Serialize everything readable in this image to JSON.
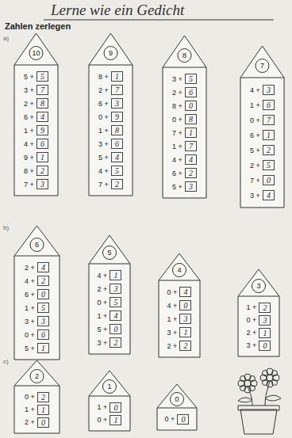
{
  "diagram": {
    "title": "Zahlen zerlegen",
    "nodes": [
      {
        "text": [
          "10"
        ]
      },
      {
        "text": [
          "5 +",
          "5"
        ],
        "in": 0
      },
      {
        "text": [
          "3 +",
          "7"
        ],
        "in": 0
      },
      {
        "text": [
          "2 +",
          "8"
        ],
        "in": 0
      },
      {
        "text": [
          "6 +",
          "4"
        ],
        "in": 0
      },
      {
        "text": [
          "1 +",
          "9"
        ],
        "in": 0
      },
      {
        "text": [
          "4 +",
          "6"
        ],
        "in": 0
      },
      {
        "text": [
          "9 +",
          "1"
        ],
        "in": 0
      },
      {
        "text": [
          "8 +",
          "2"
        ],
        "in": 0
      },
      {
        "text": [
          "7 +",
          "3"
        ],
        "in": 0
      },
      {
        "text": [
          "9"
        ]
      },
      {
        "text": [
          "8 +",
          "1"
        ],
        "in": 10
      },
      {
        "text": [
          "2 +",
          "7"
        ],
        "in": 10
      },
      {
        "text": [
          "6 +",
          "3"
        ],
        "in": 10
      },
      {
        "text": [
          "0 +",
          "9"
        ],
        "in": 10
      },
      {
        "text": [
          "1 +",
          "8"
        ],
        "in": 10
      },
      {
        "text": [
          "3 +",
          "6"
        ],
        "in": 10
      },
      {
        "text": [
          "5 +",
          "4"
        ],
        "in": 10
      },
      {
        "text": [
          "4 +",
          "5"
        ],
        "in": 10
      },
      {
        "text": [
          "7 +",
          "2"
        ],
        "in": 10
      },
      {
        "text": [
          "8"
        ]
      },
      {
        "text": [
          "3 +",
          "5"
        ],
        "in": 20
      },
      {
        "text": [
          "2 +",
          "6"
        ],
        "in": 20
      },
      {
        "text": [
          "8 +",
          "0"
        ],
        "in": 20
      },
      {
        "text": [
          "0 +",
          "8"
        ],
        "in": 20
      },
      {
        "text": [
          "7 +",
          "1"
        ],
        "in": 20
      },
      {
        "text": [
          "1 +",
          "7"
        ],
        "in": 20
      },
      {
        "text": [
          "4 +",
          "4"
        ],
        "in": 20
      },
      {
        "text": [
          "6 +",
          "2"
        ],
        "in": 20
      },
      {
        "text": [
          "5 +",
          "3"
        ],
        "in": 20
      },
      {
        "text": [
          "7"
        ]
      },
      {
        "text": [
          "4 +",
          "3"
        ],
        "in": 30
      },
      {
        "text": [
          "1 +",
          "6"
        ],
        "in": 30
      },
      {
        "text": [
          "0 +",
          "7"
        ],
        "in": 30
      },
      {
        "text": [
          "6 +",
          "1"
        ],
        "in": 30
      },
      {
        "text": [
          "5 +",
          "2"
        ],
        "in": 30
      },
      {
        "text": [
          "2 +",
          "5"
        ],
        "in": 30
      },
      {
        "text": [
          "7 +",
          "0"
        ],
        "in": 30
      },
      {
        "text": [
          "3 +",
          "4"
        ],
        "in": 30
      },
      {
        "text": [
          "6"
        ]
      },
      {
        "text": [
          "2 +",
          "4"
        ],
        "in": 39
      },
      {
        "text": [
          "4 +",
          "2"
        ],
        "in": 39
      },
      {
        "text": [
          "6 +",
          "0"
        ],
        "in": 39
      },
      {
        "text": [
          "1 +",
          "5"
        ],
        "in": 39
      },
      {
        "text": [
          "3 +",
          "3"
        ],
        "in": 39
      },
      {
        "text": [
          "0 +",
          "6"
        ],
        "in": 39
      },
      {
        "text": [
          "5 +",
          "1"
        ],
        "in": 39
      },
      {
        "text": [
          "5"
        ]
      },
      {
        "text": [
          "4 +",
          "1"
        ],
        "in": 47
      },
      {
        "text": [
          "2 +",
          "3"
        ],
        "in": 47
      },
      {
        "text": [
          "0 +",
          "5"
        ],
        "in": 47
      },
      {
        "text": [
          "1 +",
          "4"
        ],
        "in": 47
      },
      {
        "text": [
          "5 +",
          "0"
        ],
        "in": 47
      },
      {
        "text": [
          "3 +",
          "2"
        ],
        "in": 47
      },
      {
        "text": [
          "4"
        ]
      },
      {
        "text": [
          "0 +",
          "4"
        ],
        "in": 54
      },
      {
        "text": [
          "4 +",
          "0"
        ],
        "in": 54
      },
      {
        "text": [
          "1 +",
          "3"
        ],
        "in": 54
      },
      {
        "text": [
          "3 +",
          "1"
        ],
        "in": 54
      },
      {
        "text": [
          "2 +",
          "2"
        ],
        "in": 54
      },
      {
        "text": [
          "3"
        ]
      },
      {
        "text": [
          "1 +",
          "2"
        ],
        "in": 60
      },
      {
        "text": [
          "0 +",
          "3"
        ],
        "in": 60
      },
      {
        "text": [
          "2 +",
          "1"
        ],
        "in": 60
      },
      {
        "text": [
          "3 +",
          "0"
        ],
        "in": 60
      },
      {
        "text": [
          "2"
        ]
      },
      {
        "text": [
          "0 +",
          "2"
        ],
        "in": 65
      },
      {
        "text": [
          "1 +",
          "1"
        ],
        "in": 65
      },
      {
        "text": [
          "2 +",
          "0"
        ],
        "in": 65
      },
      {
        "text": [
          "1"
        ]
      },
      {
        "text": [
          "1 +",
          "0"
        ],
        "in": 69
      },
      {
        "text": [
          "0 +",
          "1"
        ],
        "in": 69
      },
      {
        "text": [
          "0"
        ]
      },
      {
        "text": [
          "0 +",
          "0"
        ],
        "in": 72
      }
    ],
    "labels": [
      "Lerne wie ein Gedicht",
      "a)",
      "b)",
      "c)"
    ]
  }
}
